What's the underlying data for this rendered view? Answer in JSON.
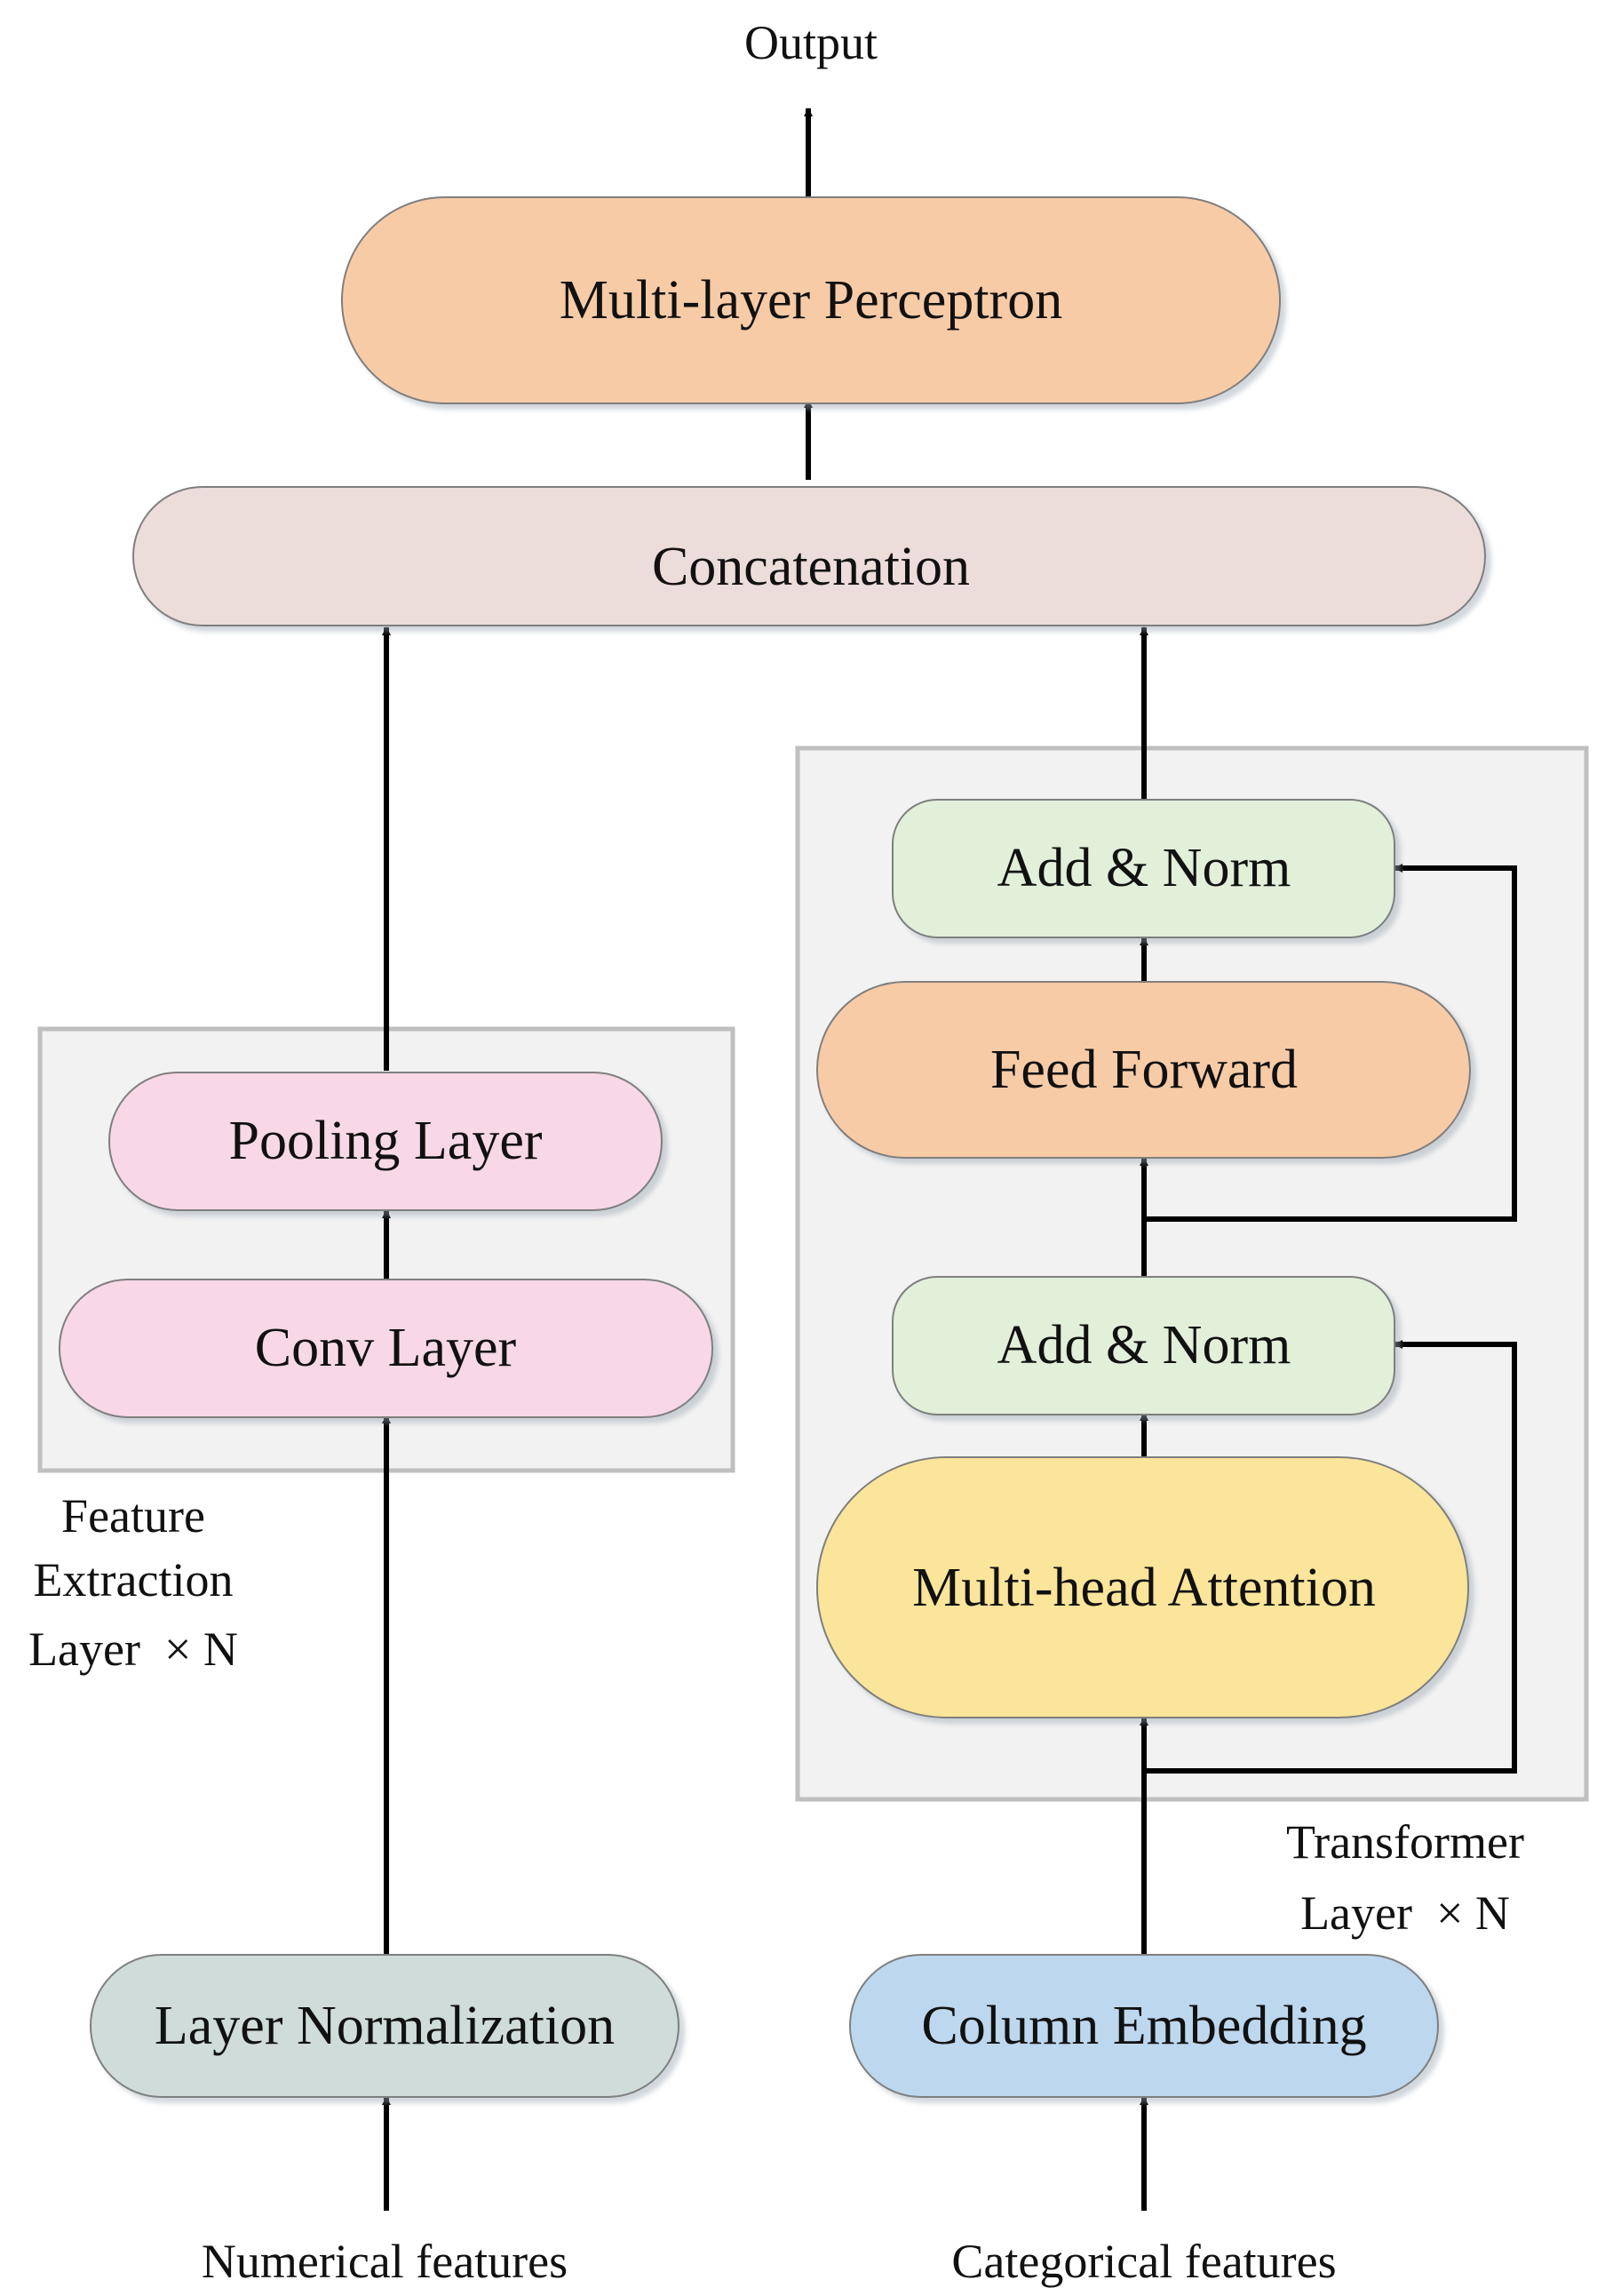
{
  "diagram": {
    "output_label": "Output",
    "mlp_label": "Multi-layer Perceptron",
    "concat_label": "Concatenation",
    "numerical": {
      "input_label": "Numerical features",
      "norm_label": "Layer Normalization",
      "conv_label": "Conv Layer",
      "pool_label": "Pooling Layer",
      "group_label_lines": [
        "Feature",
        "Extraction",
        "Layer  × N"
      ]
    },
    "categorical": {
      "input_label": "Categorical features",
      "embedding_label": "Column Embedding",
      "attention_label": "Multi-head Attention",
      "add_norm_1_label": "Add & Norm",
      "feed_forward_label": "Feed Forward",
      "add_norm_2_label": "Add & Norm",
      "group_label_lines": [
        "Transformer",
        "Layer  × N"
      ]
    },
    "colors": {
      "mlp": "#f8cba7",
      "concat": "#ecdcda",
      "conv_pool": "#f8d8e6",
      "layer_norm": "#cfdcd9",
      "column_embedding": "#bdd7ee",
      "attention": "#fbe59a",
      "add_norm": "#e2efd9",
      "feed_forward": "#f8cba7",
      "group_box": "#f2f2f2",
      "group_border": "#bfbfbf"
    }
  }
}
